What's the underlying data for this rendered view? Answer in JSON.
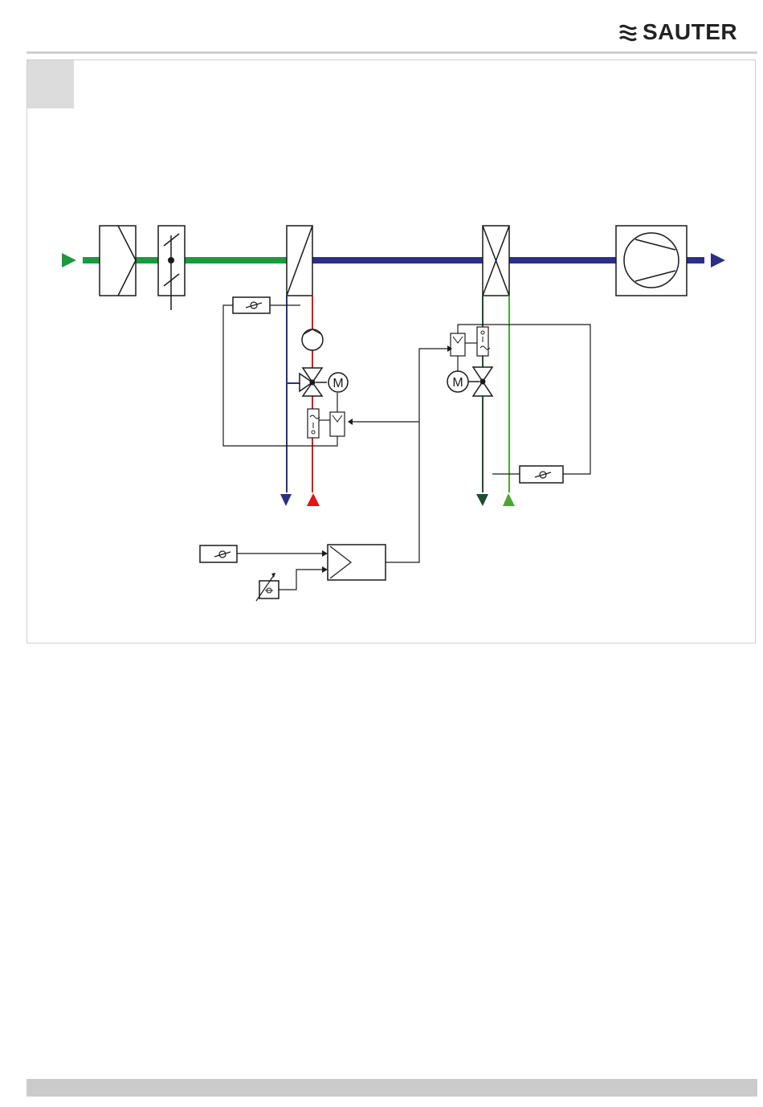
{
  "brand": {
    "name": "SAUTER"
  },
  "colors": {
    "supply_air": "#1a9a3f",
    "air_duct": "#2b2f86",
    "cold_water": "#2b2f86",
    "hot_water": "#e3141b",
    "chilled_water": "#1f4e2f",
    "return_green": "#4fa33a",
    "line": "#1a1a1a",
    "panel_gray": "#dcdcdc"
  },
  "diagram": {
    "components": [
      "inlet-arrow-icon",
      "filter-icon",
      "damper-icon",
      "heating-coil-icon",
      "cooling-coil-icon",
      "fan-icon",
      "outlet-arrow-icon",
      "pump-icon",
      "three-way-valve-icon",
      "motor-icon",
      "temperature-sensor-icon",
      "controller-icon",
      "setpoint-adjuster-icon"
    ],
    "motor_label": "M",
    "pipe_arrows": [
      "blue-down",
      "red-up",
      "darkgreen-down",
      "green-up"
    ]
  }
}
